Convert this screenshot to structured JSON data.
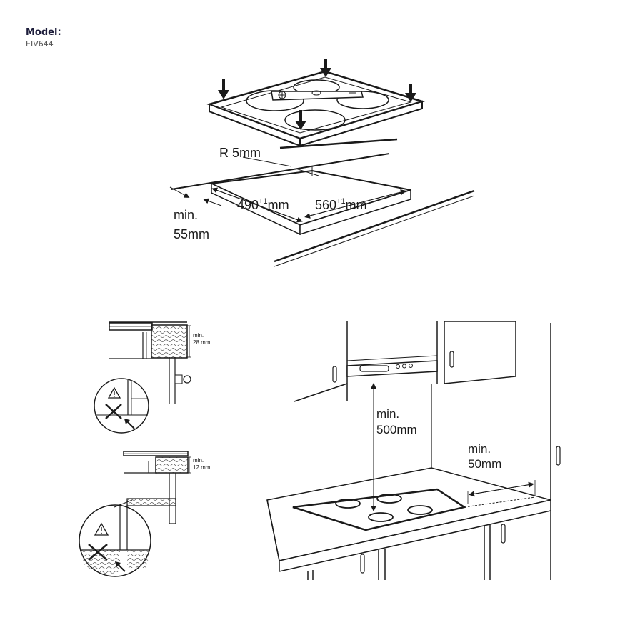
{
  "header": {
    "model_label": "Model:",
    "model_value": "EIV644"
  },
  "top_diagram": {
    "radius_label": "R 5mm",
    "depth_value": "490",
    "depth_tolerance": "+1",
    "depth_unit": "mm",
    "width_value": "560",
    "width_tolerance": "+1",
    "width_unit": "mm",
    "min_distance_line1": "min.",
    "min_distance_line2": "55mm"
  },
  "detail_upper": {
    "label_line1": "min.",
    "label_line2": "28 mm"
  },
  "detail_lower": {
    "label_line1": "min.",
    "label_line2": "12 mm"
  },
  "kitchen": {
    "hood_clearance_line1": "min.",
    "hood_clearance_line2": "500mm",
    "side_clearance_line1": "min.",
    "side_clearance_line2": "50mm"
  },
  "icons": [
    "down-arrow-icon",
    "warning-triangle-icon",
    "cross-icon",
    "pointer-arrow-icon"
  ]
}
